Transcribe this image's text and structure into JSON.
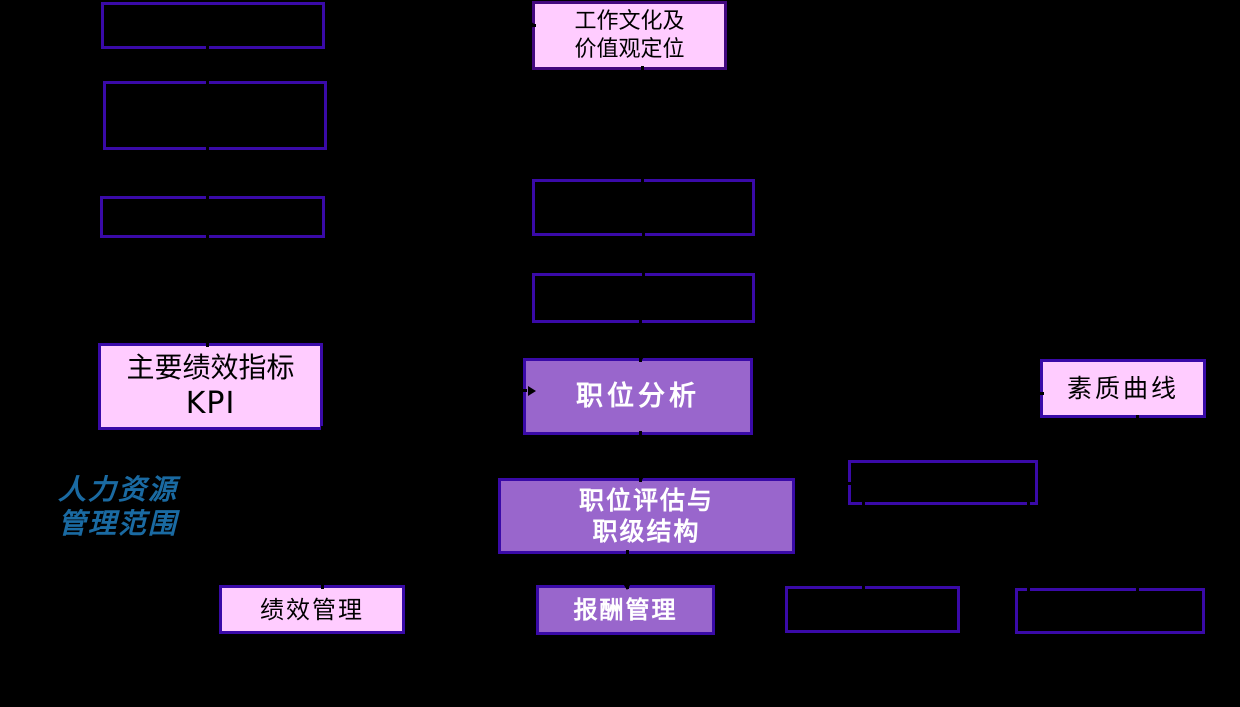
{
  "diagram": {
    "title_caption": {
      "line1": "人力资源",
      "line2": "管理范围"
    },
    "boxes": {
      "work_culture": {
        "line1": "工作文化及",
        "line2": "价值观定位"
      },
      "kpi": {
        "line1": "主要绩效指标",
        "line2": "KPI"
      },
      "job_analysis": {
        "label": "职位分析"
      },
      "quality_curve": {
        "label": "素质曲线"
      },
      "job_evaluation": {
        "line1": "职位评估与",
        "line2": "职级结构"
      },
      "performance_management": {
        "label": "绩效管理"
      },
      "compensation_management": {
        "label": "报酬管理"
      },
      "empty_left_1": {
        "label": ""
      },
      "empty_left_2": {
        "label": ""
      },
      "empty_left_3": {
        "label": ""
      },
      "empty_mid_1": {
        "label": ""
      },
      "empty_mid_2": {
        "label": ""
      },
      "empty_right_1": {
        "label": ""
      },
      "empty_bottom_1": {
        "label": ""
      },
      "empty_bottom_2": {
        "label": ""
      }
    },
    "colors": {
      "background": "#000000",
      "box_border": "#3A0AA8",
      "pink_fill": "#FFCCFF",
      "purple_fill": "#9966CC",
      "purple_text": "#FFFFFF",
      "caption_blue": "#1A6AA2",
      "connector": "#000000"
    }
  }
}
